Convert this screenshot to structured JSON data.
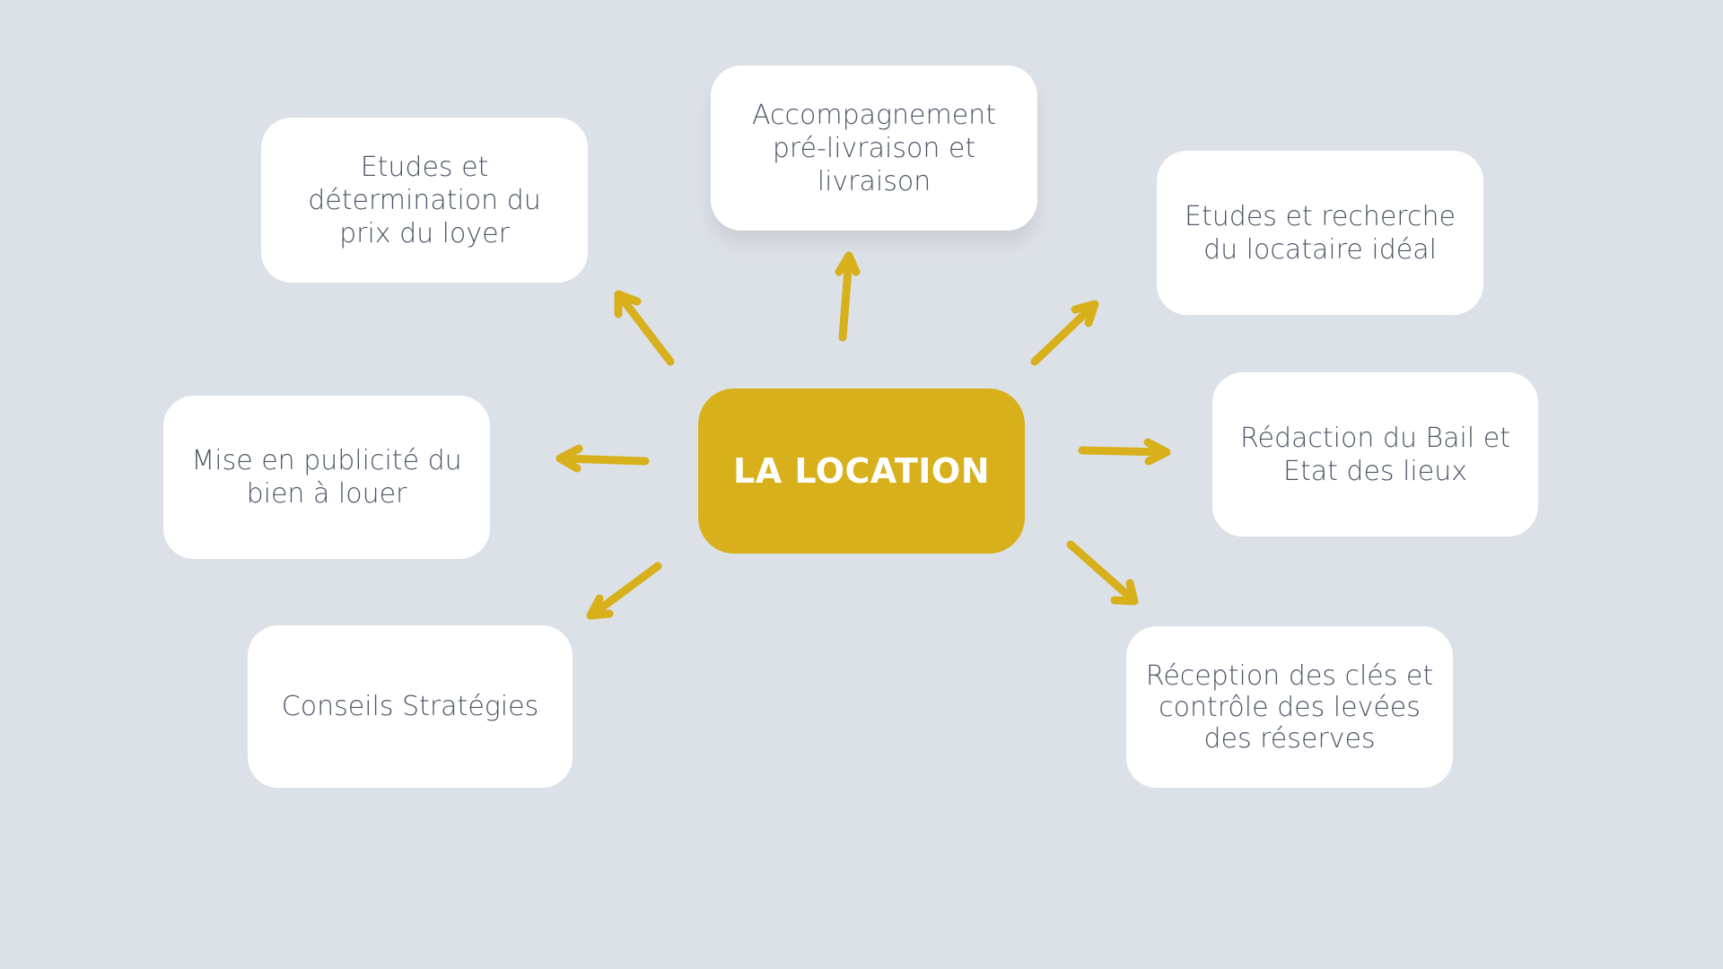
{
  "center": {
    "label": "LA LOCATION"
  },
  "nodes": {
    "loyer": "Etudes et détermination du prix du loyer",
    "accompagnement": "Accompagnement pré-livraison et livraison",
    "locataire": "Etudes et recherche du locataire idéal",
    "publicite": "Mise en publicité du bien à louer",
    "bail": "Rédaction du Bail et Etat des lieux",
    "conseils": "Conseils Stratégies",
    "reception": "Réception des clés et contrôle des levées des réserves"
  },
  "colors": {
    "accent": "#d8b01c",
    "background": "#dce1e7",
    "text": "#4d5668"
  }
}
